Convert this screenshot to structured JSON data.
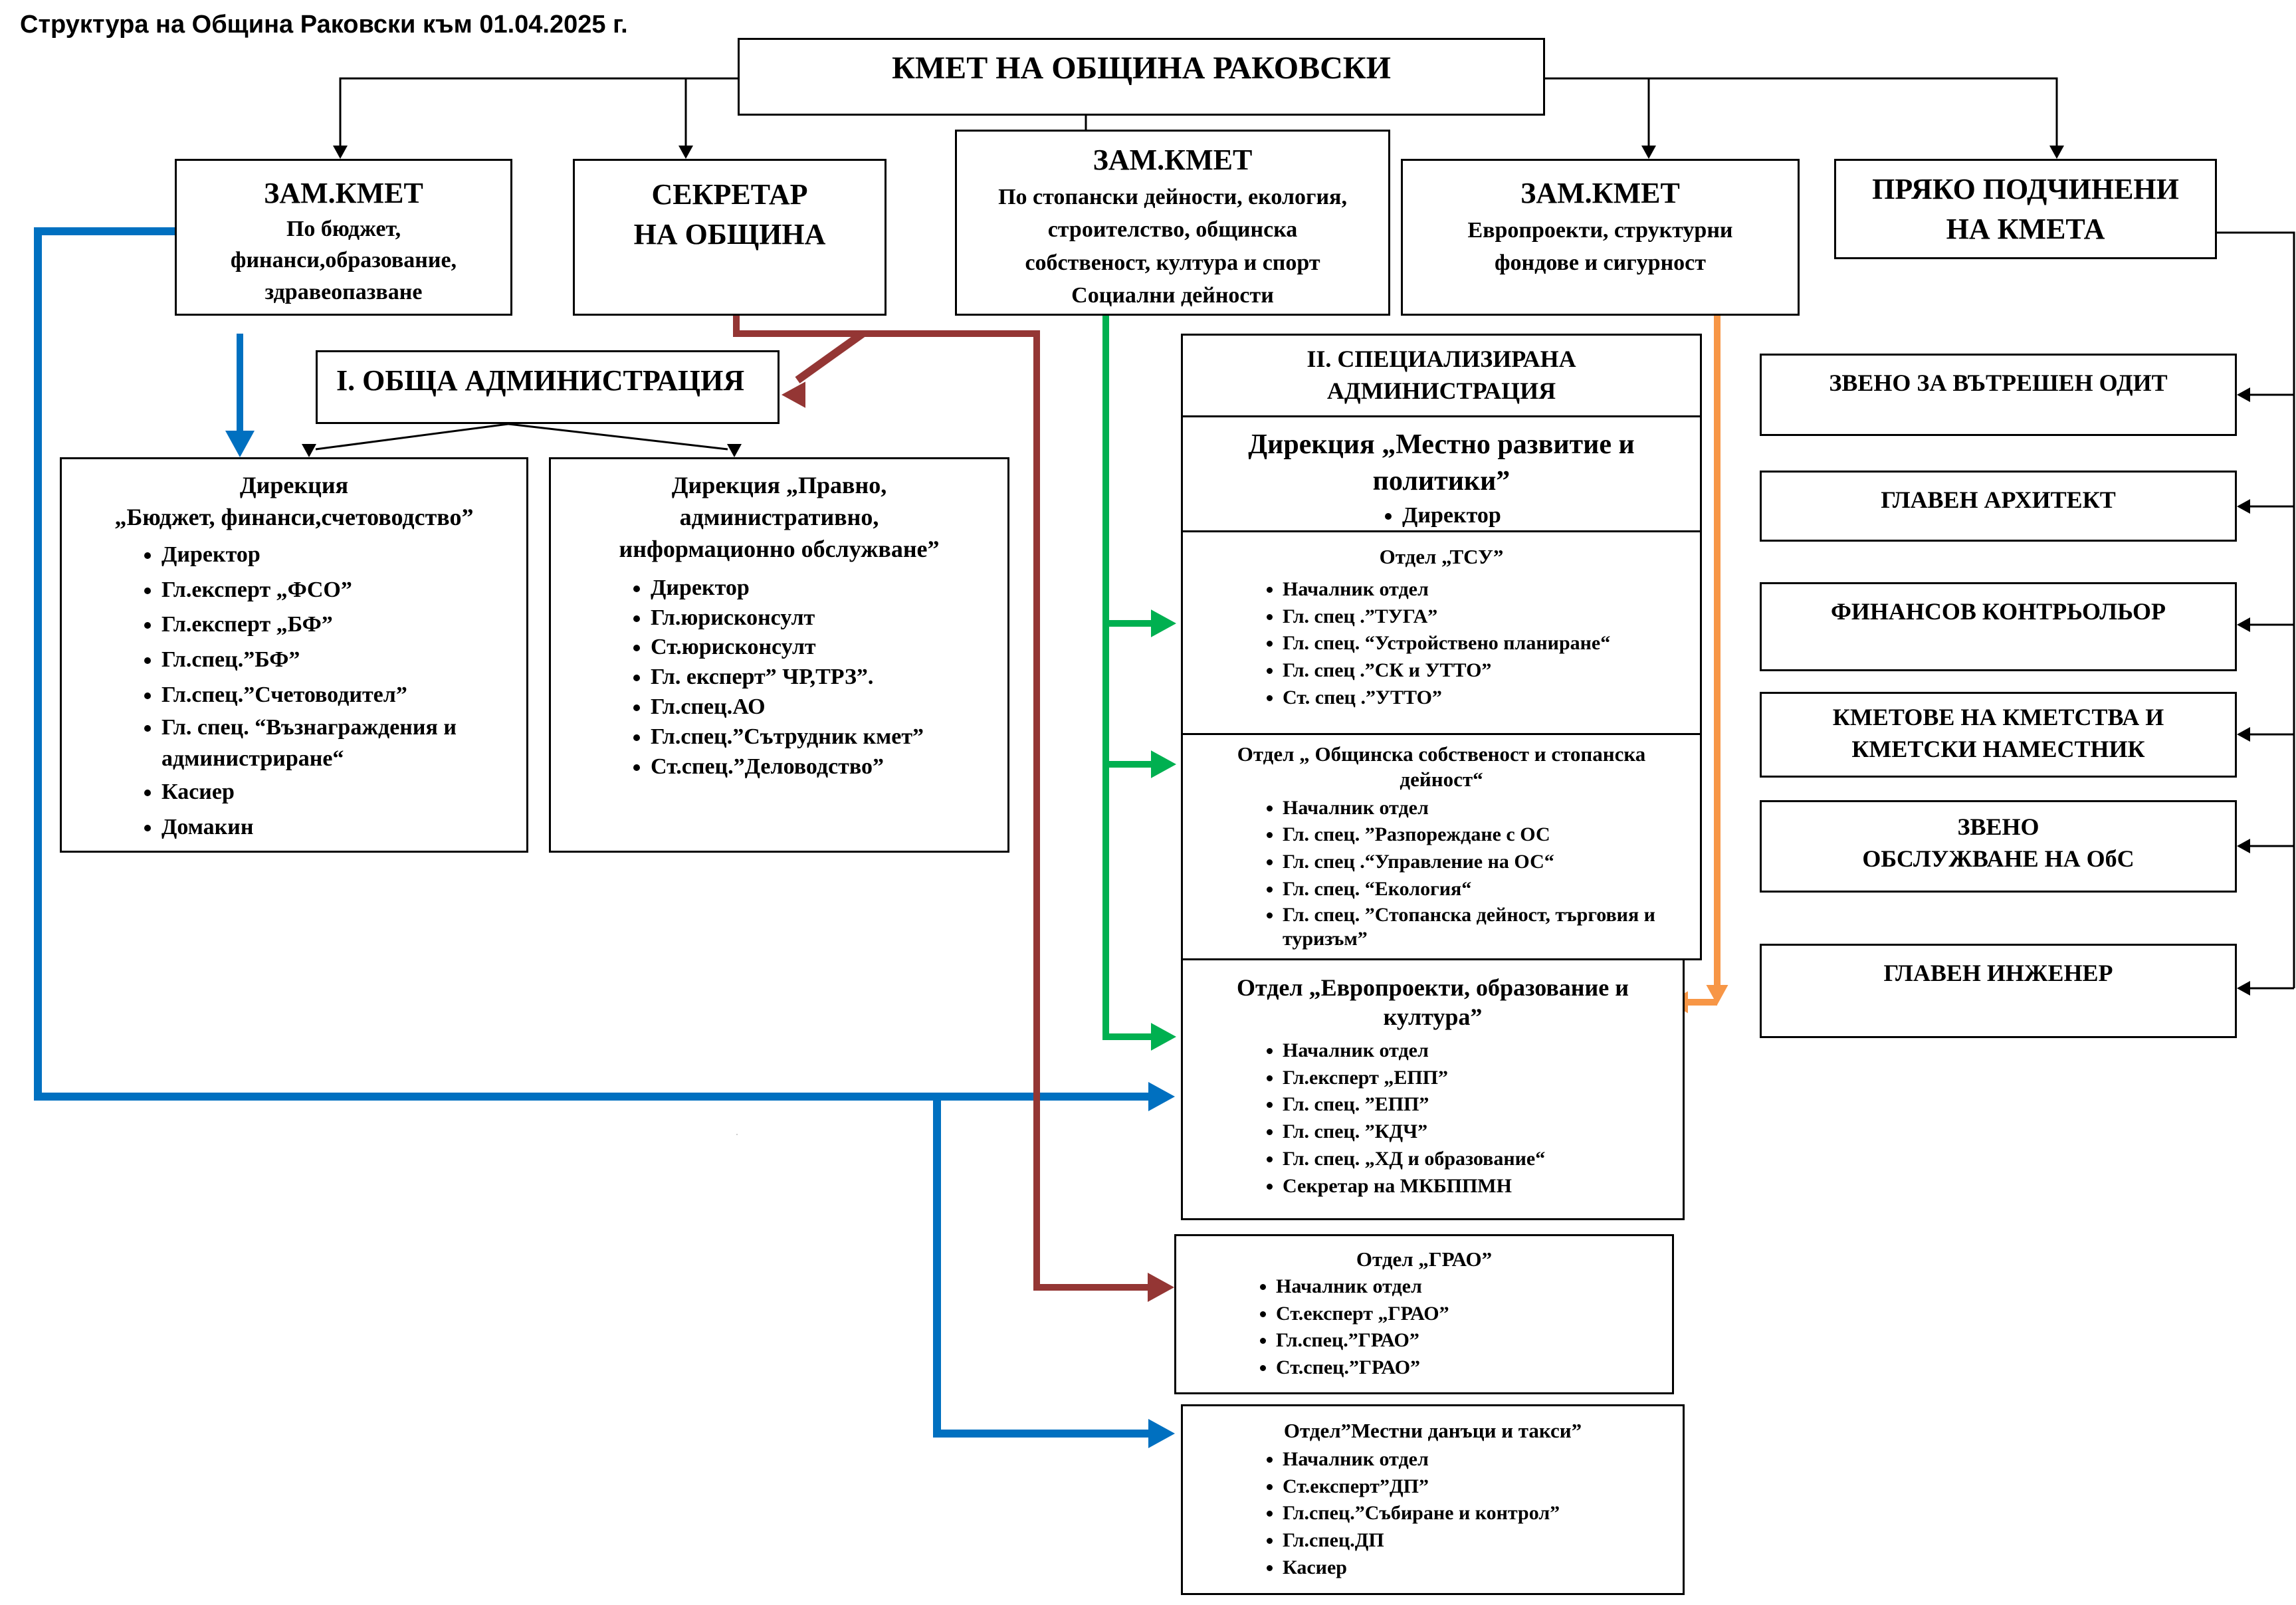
{
  "title": "Структура на Община Раковски към 01.04.2025 г.",
  "mayor": "КМЕТ НА ОБЩИНА РАКОВСКИ",
  "deputy_finance": {
    "title": "ЗАМ.КМЕТ",
    "lines": [
      "По бюджет,",
      "финанси,образование,",
      "здравеопазване"
    ]
  },
  "secretary": {
    "lines": [
      "СЕКРЕТАР",
      "НА ОБЩИНА"
    ]
  },
  "deputy_economy": {
    "title": "ЗАМ.КМЕТ",
    "lines": [
      "По стопански дейности, екология,",
      "строителство, общинска",
      "собственост, култура и спорт",
      "Социални  дейности"
    ]
  },
  "deputy_europe": {
    "title": "ЗАМ.КМЕТ",
    "lines": [
      "Европроекти, структурни",
      "фондове и сигурност"
    ]
  },
  "direct": {
    "lines": [
      "ПРЯКО ПОДЧИНЕНИ",
      "НА КМЕТА"
    ]
  },
  "general_admin": "I. ОБЩА АДМИНИСТРАЦИЯ",
  "dir_budget": {
    "lines": [
      "Дирекция",
      "„Бюджет, финанси,счетоводство”"
    ],
    "items": [
      "Директор",
      "Гл.експерт „ФСО”",
      "Гл.експерт „БФ”",
      "Гл.спец.”БФ”",
      "Гл.спец.”Счетоводител”",
      "Гл. спец. “Възнаграждения и администриране“",
      "Касиер",
      "Домакин"
    ]
  },
  "dir_legal": {
    "lines": [
      "Дирекция „Правно,",
      "административно,",
      "информационно обслужване”"
    ],
    "items": [
      "Директор",
      "Гл.юрисконсулт",
      "Ст.юрисконсулт",
      "Гл. експерт” ЧР,ТРЗ”.",
      "Гл.спец.АО",
      "Гл.спец.”Сътрудник кмет”",
      "Ст.спец.”Деловодство”"
    ]
  },
  "special_admin": {
    "lines": [
      "II. СПЕЦИАЛИЗИРАНА",
      "АДМИНИСТРАЦИЯ"
    ]
  },
  "dir_local": {
    "lines": [
      "Дирекция „Местно развитие и",
      "политики”"
    ],
    "items": [
      "Директор"
    ]
  },
  "dept_tsu": {
    "title": "Отдел „ТСУ”",
    "items": [
      "Началник отдел",
      "Гл. спец .”ТУГА”",
      "Гл. спец. “Устройствено планиране“",
      "Гл. спец .”СК и УТТО”",
      "Ст. спец .”УТТО”"
    ]
  },
  "dept_property": {
    "lines": [
      "Отдел „ Общинска собственост и стопанска",
      "дейност“"
    ],
    "items": [
      "Началник отдел",
      "Гл. спец. ”Разпореждане  с ОС",
      "Гл. спец .“Управление на ОС“",
      "Гл. спец. “Екология“",
      "Гл. спец. ”Стопанска дейност, търговия и туризъм”"
    ]
  },
  "dept_euro": {
    "lines": [
      "Отдел „Европроекти, образование и",
      "култура”"
    ],
    "items": [
      "Началник отдел",
      "Гл.експерт „ЕПП”",
      "Гл. спец. ”ЕПП”",
      "Гл. спец. ”КДЧ”",
      "Гл. спец. „ХД и образование“",
      "Секретар на МКБППМН"
    ]
  },
  "dept_grao": {
    "title": "Отдел „ГРАО”",
    "items": [
      "Началник отдел",
      "Ст.експерт „ГРАО”",
      "Гл.спец.”ГРАО”",
      "Ст.спец.”ГРАО”"
    ]
  },
  "dept_taxes": {
    "title": "Отдел”Местни данъци и такси”",
    "items": [
      "Началник отдел",
      "Ст.експерт”ДП”",
      "Гл.спец.”Събиране и контрол”",
      "Гл.спец.ДП",
      "Касиер"
    ]
  },
  "right_units": [
    {
      "lines": [
        "ЗВЕНО ЗА ВЪТРЕШЕН ОДИТ"
      ]
    },
    {
      "lines": [
        "ГЛАВЕН АРХИТЕКТ"
      ]
    },
    {
      "lines": [
        "ФИНАНСОВ КОНТРЬОЛЬОР"
      ]
    },
    {
      "lines": [
        "КМЕТОВЕ НА КМЕТСТВА И",
        "КМЕТСКИ НАМЕСТНИК"
      ]
    },
    {
      "lines": [
        "ЗВЕНО",
        "ОБСЛУЖВАНЕ НА ОбС"
      ]
    },
    {
      "lines": [
        "ГЛАВЕН ИНЖЕНЕР"
      ]
    }
  ],
  "colors": {
    "black": "#000000",
    "blue": "#0070c0",
    "red": "#943634",
    "green": "#00b050",
    "orange": "#f79646"
  }
}
